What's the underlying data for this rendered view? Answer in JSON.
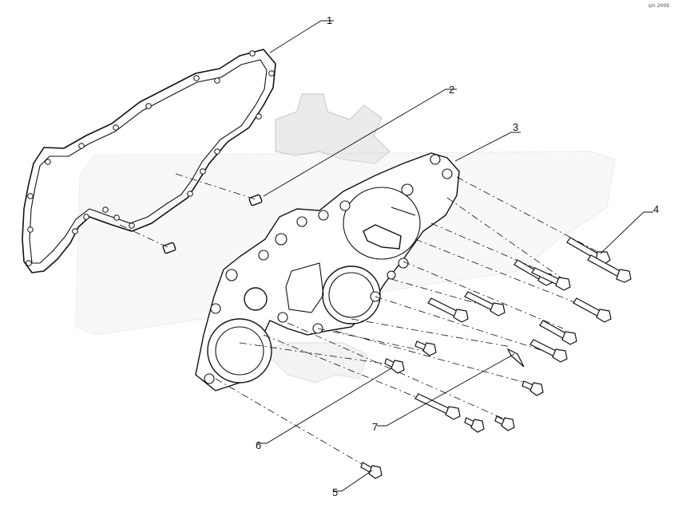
{
  "diagram": {
    "reference_code": "s/n 2009",
    "callouts": [
      {
        "id": "1",
        "label": "1"
      },
      {
        "id": "2",
        "label": "2"
      },
      {
        "id": "3",
        "label": "3"
      },
      {
        "id": "4",
        "label": "4"
      },
      {
        "id": "5",
        "label": "5"
      },
      {
        "id": "6",
        "label": "6"
      },
      {
        "id": "7",
        "label": "7"
      }
    ]
  }
}
